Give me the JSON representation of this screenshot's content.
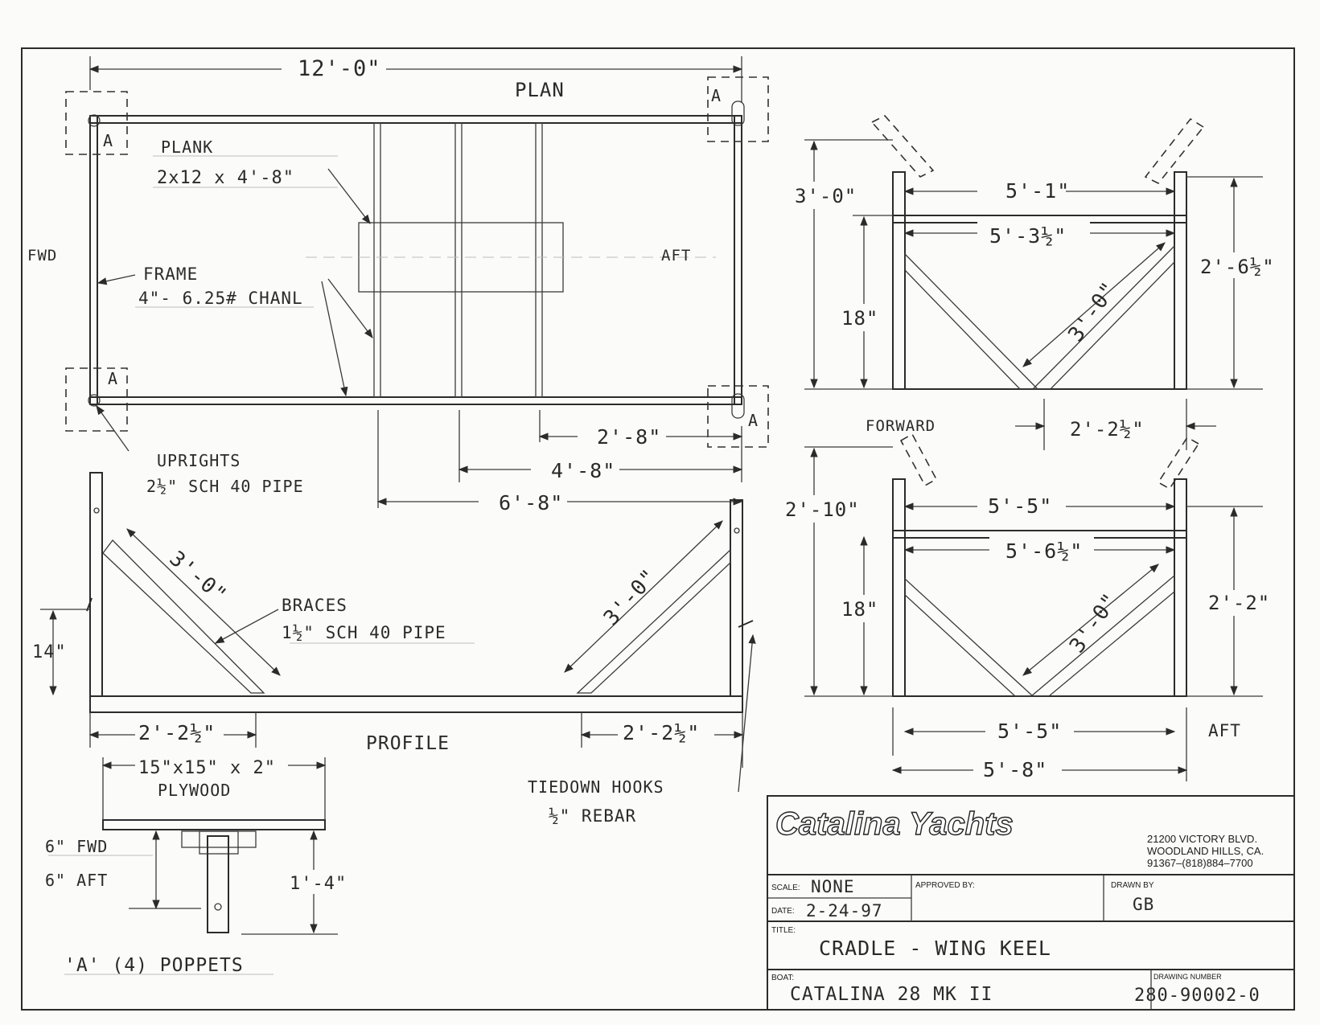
{
  "plan": {
    "title": "PLAN",
    "length": "12'-0\"",
    "fwd": "FWD",
    "aft": "AFT",
    "plank_label": "PLANK",
    "plank_size": "2x12 x 4'-8\"",
    "frame_label": "FRAME",
    "frame_size": "4\"- 6.25# CHANL",
    "poppet_mark": "A",
    "dim_2_8": "2'-8\"",
    "dim_4_8": "4'-8\"",
    "dim_6_8": "6'-8\""
  },
  "profile": {
    "title": "PROFILE",
    "uprights_label": "UPRIGHTS",
    "uprights_size": "2½\" SCH 40 PIPE",
    "braces_label": "BRACES",
    "braces_size": "1½\" SCH 40 PIPE",
    "brace_left": "3'-0\"",
    "brace_right": "3'-0\"",
    "height_14": "14\"",
    "dim_left": "2'-2½\"",
    "dim_right": "2'-2½\"",
    "tiedown_label": "TIEDOWN HOOKS",
    "tiedown_size": "½\" REBAR"
  },
  "poppet": {
    "pad_size": "15\"x15\" x 2\"",
    "pad_material": "PLYWOOD",
    "fwd_note": "6\" FWD",
    "aft_note": "6\" AFT",
    "height": "1'-4\"",
    "caption": "'A' (4) POPPETS"
  },
  "forward_view": {
    "top_width": "5'-1\"",
    "bar_width": "5'-3½\"",
    "height_upper": "3'-0\"",
    "height_18": "18\"",
    "brace": "3'-0\"",
    "right_height": "2'-6½\"",
    "label": "FORWARD",
    "bottom_dim": "2'-2½\""
  },
  "aft_view": {
    "height_upper": "2'-10\"",
    "top_width": "5'-5\"",
    "bar_width": "5'-6½\"",
    "height_18": "18\"",
    "brace": "3'-0\"",
    "right_height": "2'-2\"",
    "base_width": "5'-5\"",
    "overall_width": "5'-8\"",
    "label": "AFT"
  },
  "title_block": {
    "company": "Catalina Yachts",
    "address1": "21200 VICTORY BLVD.",
    "address2": "WOODLAND HILLS, CA.",
    "address3": "91367–(818)884–7700",
    "scale_label": "SCALE:",
    "scale_value": "NONE",
    "approved_label": "APPROVED BY:",
    "drawn_label": "DRAWN BY",
    "drawn_value": "GB",
    "date_label": "DATE:",
    "date_value": "2-24-97",
    "title_label": "TITLE:",
    "title_value": "CRADLE - WING KEEL",
    "boat_label": "BOAT:",
    "boat_value": "CATALINA 28 MK II",
    "drawing_number_label": "DRAWING NUMBER",
    "drawing_number": "280-90002-0"
  }
}
